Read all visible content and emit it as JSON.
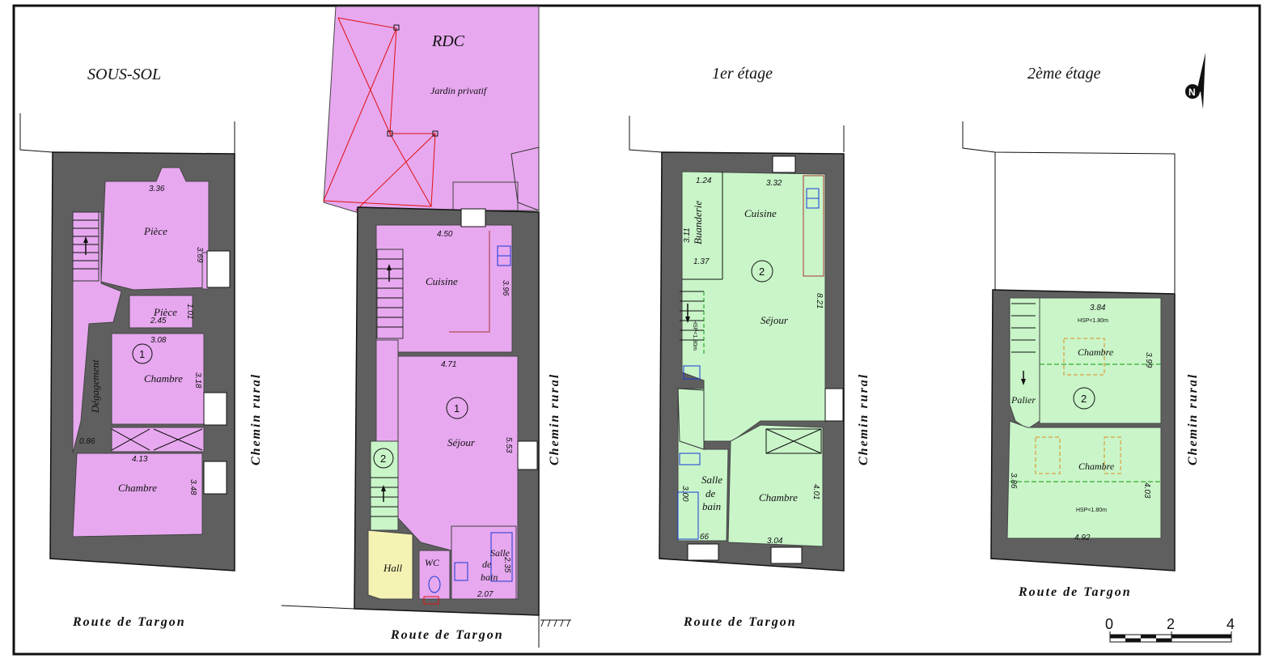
{
  "levels": {
    "sous_sol": {
      "title": "SOUS-SOL",
      "rooms": [
        "Pièce",
        "Pièce",
        "Chambre",
        "Chambre",
        "Dégagement"
      ],
      "dims": [
        "3.36",
        "3.69",
        "1.01",
        "2.45",
        "3.08",
        "3.18",
        "0.86",
        "4.13",
        "3.48"
      ],
      "unit_marker": "1",
      "road": "Route de Targon",
      "side_road": "Chemin rural"
    },
    "rdc": {
      "title": "RDC",
      "rooms": [
        "Jardin privatif",
        "Cuisine",
        "Séjour",
        "Hall",
        "WC",
        "Salle de bain"
      ],
      "bath_lines": [
        "Salle",
        "de",
        "bain"
      ],
      "dims": [
        "4.50",
        "3.96",
        "4.71",
        "5.53",
        "2.35",
        "2.07"
      ],
      "unit_markers": [
        "1",
        "2"
      ],
      "road": "Route de Targon",
      "side_road": "Chemin rural"
    },
    "etage1": {
      "title": "1er étage",
      "rooms": [
        "Buanderie",
        "Cuisine",
        "Séjour",
        "Chambre",
        "Salle de bain"
      ],
      "bath_lines": [
        "Salle",
        "de",
        "bain"
      ],
      "dims": [
        "1.24",
        "3.32",
        "3.11",
        "1.37",
        "8.21",
        "3.00",
        "4.01",
        "66",
        "3.04"
      ],
      "hsp": "HSP<1.80m",
      "unit_marker": "2",
      "road": "Route de Targon",
      "side_road": "Chemin rural"
    },
    "etage2": {
      "title": "2ème étage",
      "rooms": [
        "Chambre",
        "Palier",
        "Chambre"
      ],
      "dims": [
        "3.84",
        "3.99",
        "3.86",
        "4.03",
        "4.92"
      ],
      "hsp": "HSP<1.80m",
      "unit_marker": "2",
      "road": "Route de Targon",
      "side_road": "Chemin rural"
    }
  },
  "scale_bar": {
    "labels": [
      "0",
      "2",
      "4"
    ]
  },
  "north_arrow": {
    "icon": "north-arrow-icon",
    "letter": "N"
  },
  "colors": {
    "unit1": "#e7a8ef",
    "unit2": "#c9f5c9",
    "common": "#f5f3b3",
    "wall": "#5f5f5f",
    "garden_lines": "#e01010"
  }
}
